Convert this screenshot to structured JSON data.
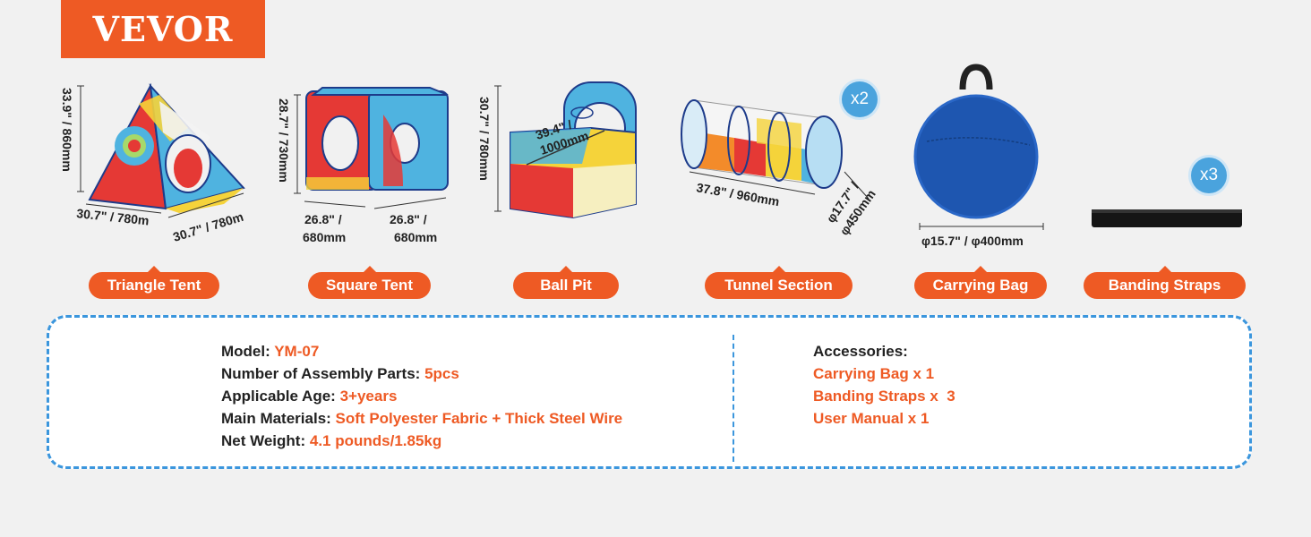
{
  "brand": "VEVOR",
  "products": [
    {
      "label": "Triangle Tent",
      "dims": [
        "33.9\" / 860mm",
        "30.7\" / 780m",
        "30.7\" / 780m"
      ]
    },
    {
      "label": "Square Tent",
      "dims": [
        "28.7\" / 730mm",
        "26.8\" /",
        "680mm",
        "26.8\" /",
        "680mm"
      ]
    },
    {
      "label": "Ball Pit",
      "dims": [
        "30.7\" / 780mm",
        "39.4\" /",
        "1000mm"
      ]
    },
    {
      "label": "Tunnel Section",
      "dims": [
        "37.8\" / 960mm",
        "φ17.7\" /",
        "φ450mm"
      ],
      "multiplier": "x2"
    },
    {
      "label": "Carrying Bag",
      "dims": [
        "φ15.7\" / φ400mm"
      ]
    },
    {
      "label": "Banding Straps",
      "multiplier": "x3"
    }
  ],
  "specs": {
    "left": [
      {
        "label": "Model:",
        "value": "YM-07"
      },
      {
        "label": "Number of Assembly Parts:",
        "value": "5pcs"
      },
      {
        "label": "Applicable Age:",
        "value": "3+years"
      },
      {
        "label": "Main Materials:",
        "value": "Soft Polyester Fabric + Thick Steel Wire"
      },
      {
        "label": "Net Weight:",
        "value": "4.1 pounds/1.85kg"
      }
    ],
    "accessories_title": "Accessories:",
    "accessories": [
      "Carrying Bag x 1",
      "Banding Straps x  3",
      "User Manual x 1"
    ]
  },
  "colors": {
    "brand_orange": "#ee5a24",
    "border_blue": "#3b96dd",
    "tent_red": "#e53935",
    "tent_blue": "#4fb3e0",
    "tent_yellow": "#f5d33a",
    "bag_blue": "#1e56b0"
  }
}
